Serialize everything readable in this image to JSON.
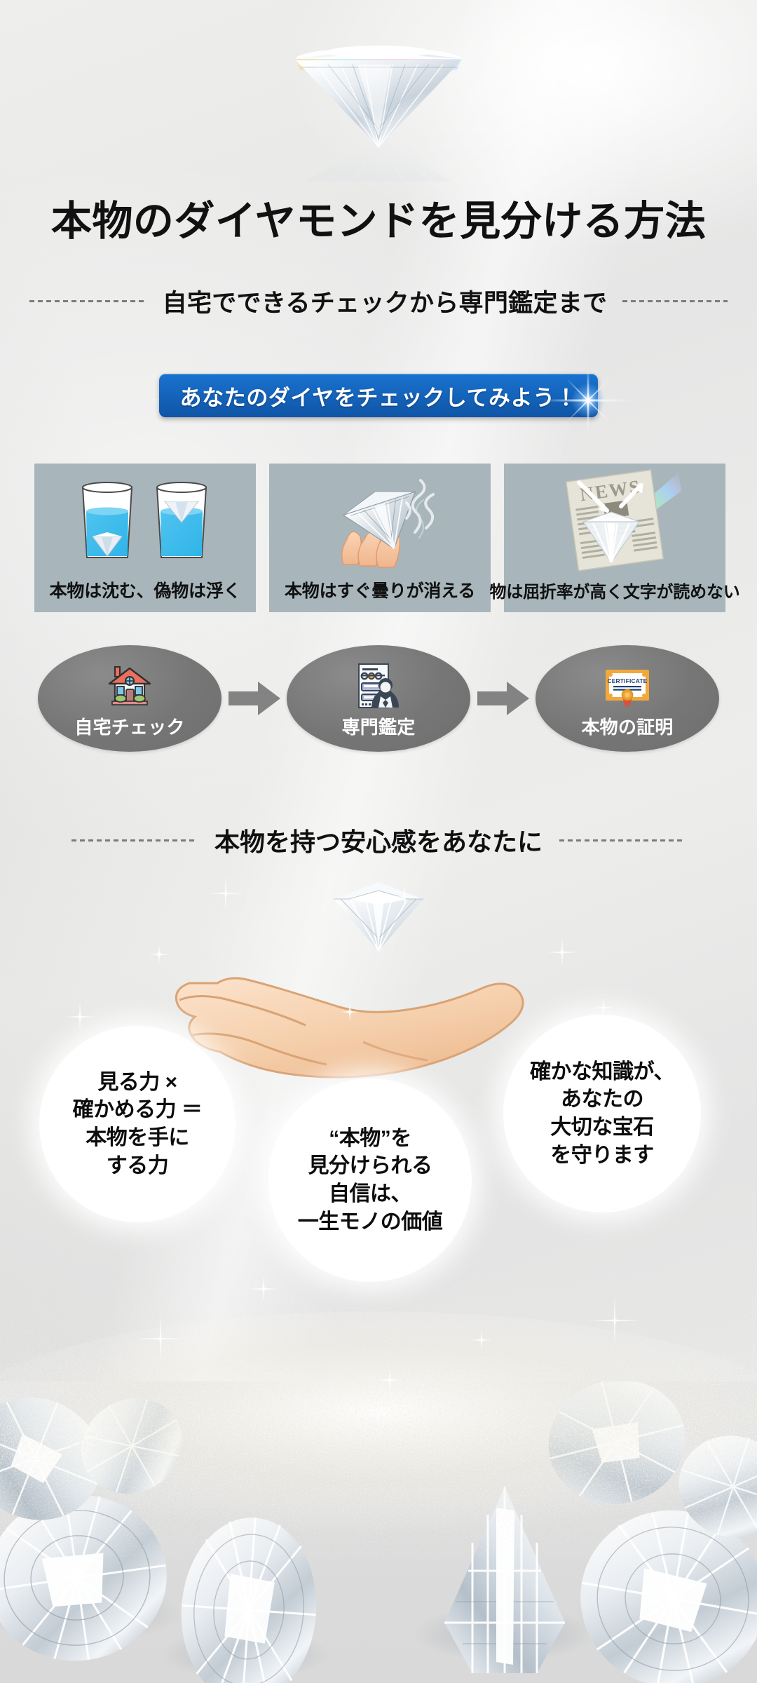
{
  "hero": {
    "gem_alt": "diamond-photo",
    "title": "本物のダイヤモンドを見分ける方法",
    "subtitle": "自宅でできるチェックから専門鑑定まで"
  },
  "cta": {
    "label": "あなたのダイヤをチェックしてみよう！",
    "bg_color": "#1565bd",
    "text_color": "#ffffff"
  },
  "check_cards": {
    "bg_color": "#a8b6bb",
    "items": [
      {
        "icon": "two-water-glasses-icon",
        "caption": "本物は沈む、偽物は浮く"
      },
      {
        "icon": "hand-holding-fogged-diamond-icon",
        "caption": "本物はすぐ曇りが消える"
      },
      {
        "icon": "newspaper-through-diamond-icon",
        "caption": "物は屈折率が高く文字が読めない"
      }
    ]
  },
  "process": {
    "circle_color": "#757575",
    "arrow_color": "#808080",
    "steps": [
      {
        "icon": "house-icon",
        "label": "自宅チェック"
      },
      {
        "icon": "appraiser-document-icon",
        "label": "専門鑑定"
      },
      {
        "icon": "certificate-icon",
        "label": "本物の証明"
      }
    ]
  },
  "section2": {
    "heading": "本物を持つ安心感をあなたに",
    "hand_icon": "open-hand-with-diamond-icon",
    "bubbles": [
      {
        "text": "見る力 ×\n確かめる力 ＝\n本物を手に\nする力"
      },
      {
        "text": "“本物”を\n見分けられる\n自信は、\n一生モノの価値"
      },
      {
        "text": "確かな知識が、\nあなたの\n大切な宝石\nを守ります"
      }
    ]
  },
  "footer": {
    "newspaper_masthead": "NEWS",
    "certificate_label": "CERTIFICATE",
    "decoration": "scattered-loose-diamonds-with-glitter"
  }
}
